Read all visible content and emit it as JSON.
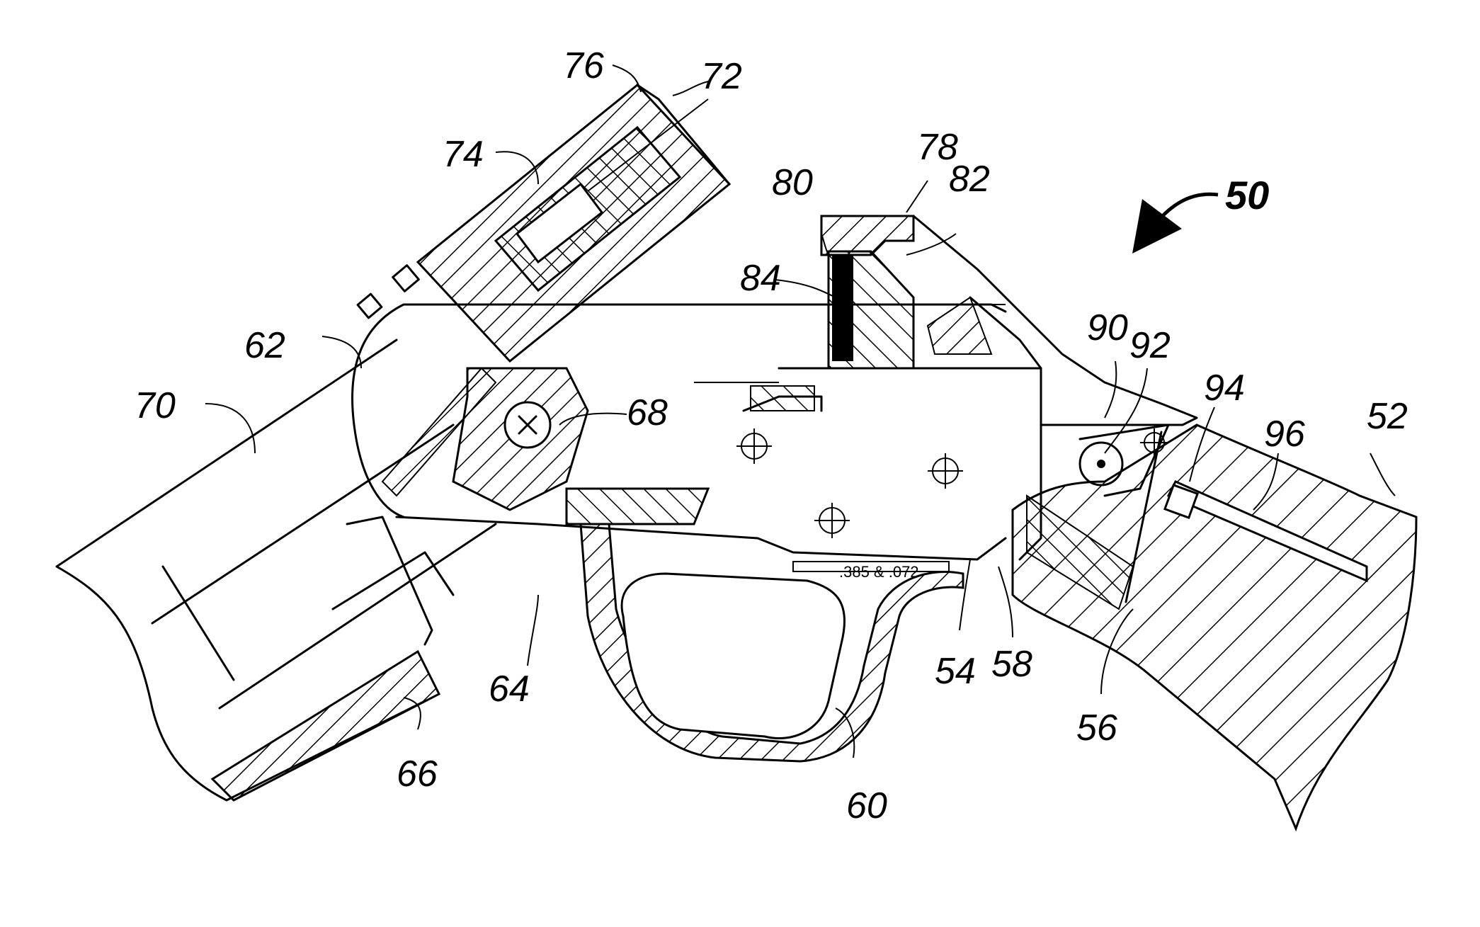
{
  "figure": {
    "labels": [
      {
        "id": "50",
        "text": "50"
      },
      {
        "id": "52",
        "text": "52"
      },
      {
        "id": "54",
        "text": "54"
      },
      {
        "id": "56",
        "text": "56"
      },
      {
        "id": "58",
        "text": "58"
      },
      {
        "id": "60",
        "text": "60"
      },
      {
        "id": "62",
        "text": "62"
      },
      {
        "id": "64",
        "text": "64"
      },
      {
        "id": "66",
        "text": "66"
      },
      {
        "id": "68",
        "text": "68"
      },
      {
        "id": "70",
        "text": "70"
      },
      {
        "id": "72",
        "text": "72"
      },
      {
        "id": "74",
        "text": "74"
      },
      {
        "id": "76",
        "text": "76"
      },
      {
        "id": "78",
        "text": "78"
      },
      {
        "id": "80",
        "text": "80"
      },
      {
        "id": "82",
        "text": "82"
      },
      {
        "id": "84",
        "text": "84"
      },
      {
        "id": "90",
        "text": "90"
      },
      {
        "id": "92",
        "text": "92"
      },
      {
        "id": "94",
        "text": "94"
      },
      {
        "id": "96",
        "text": "96"
      }
    ],
    "marking": ".385 & .072"
  }
}
